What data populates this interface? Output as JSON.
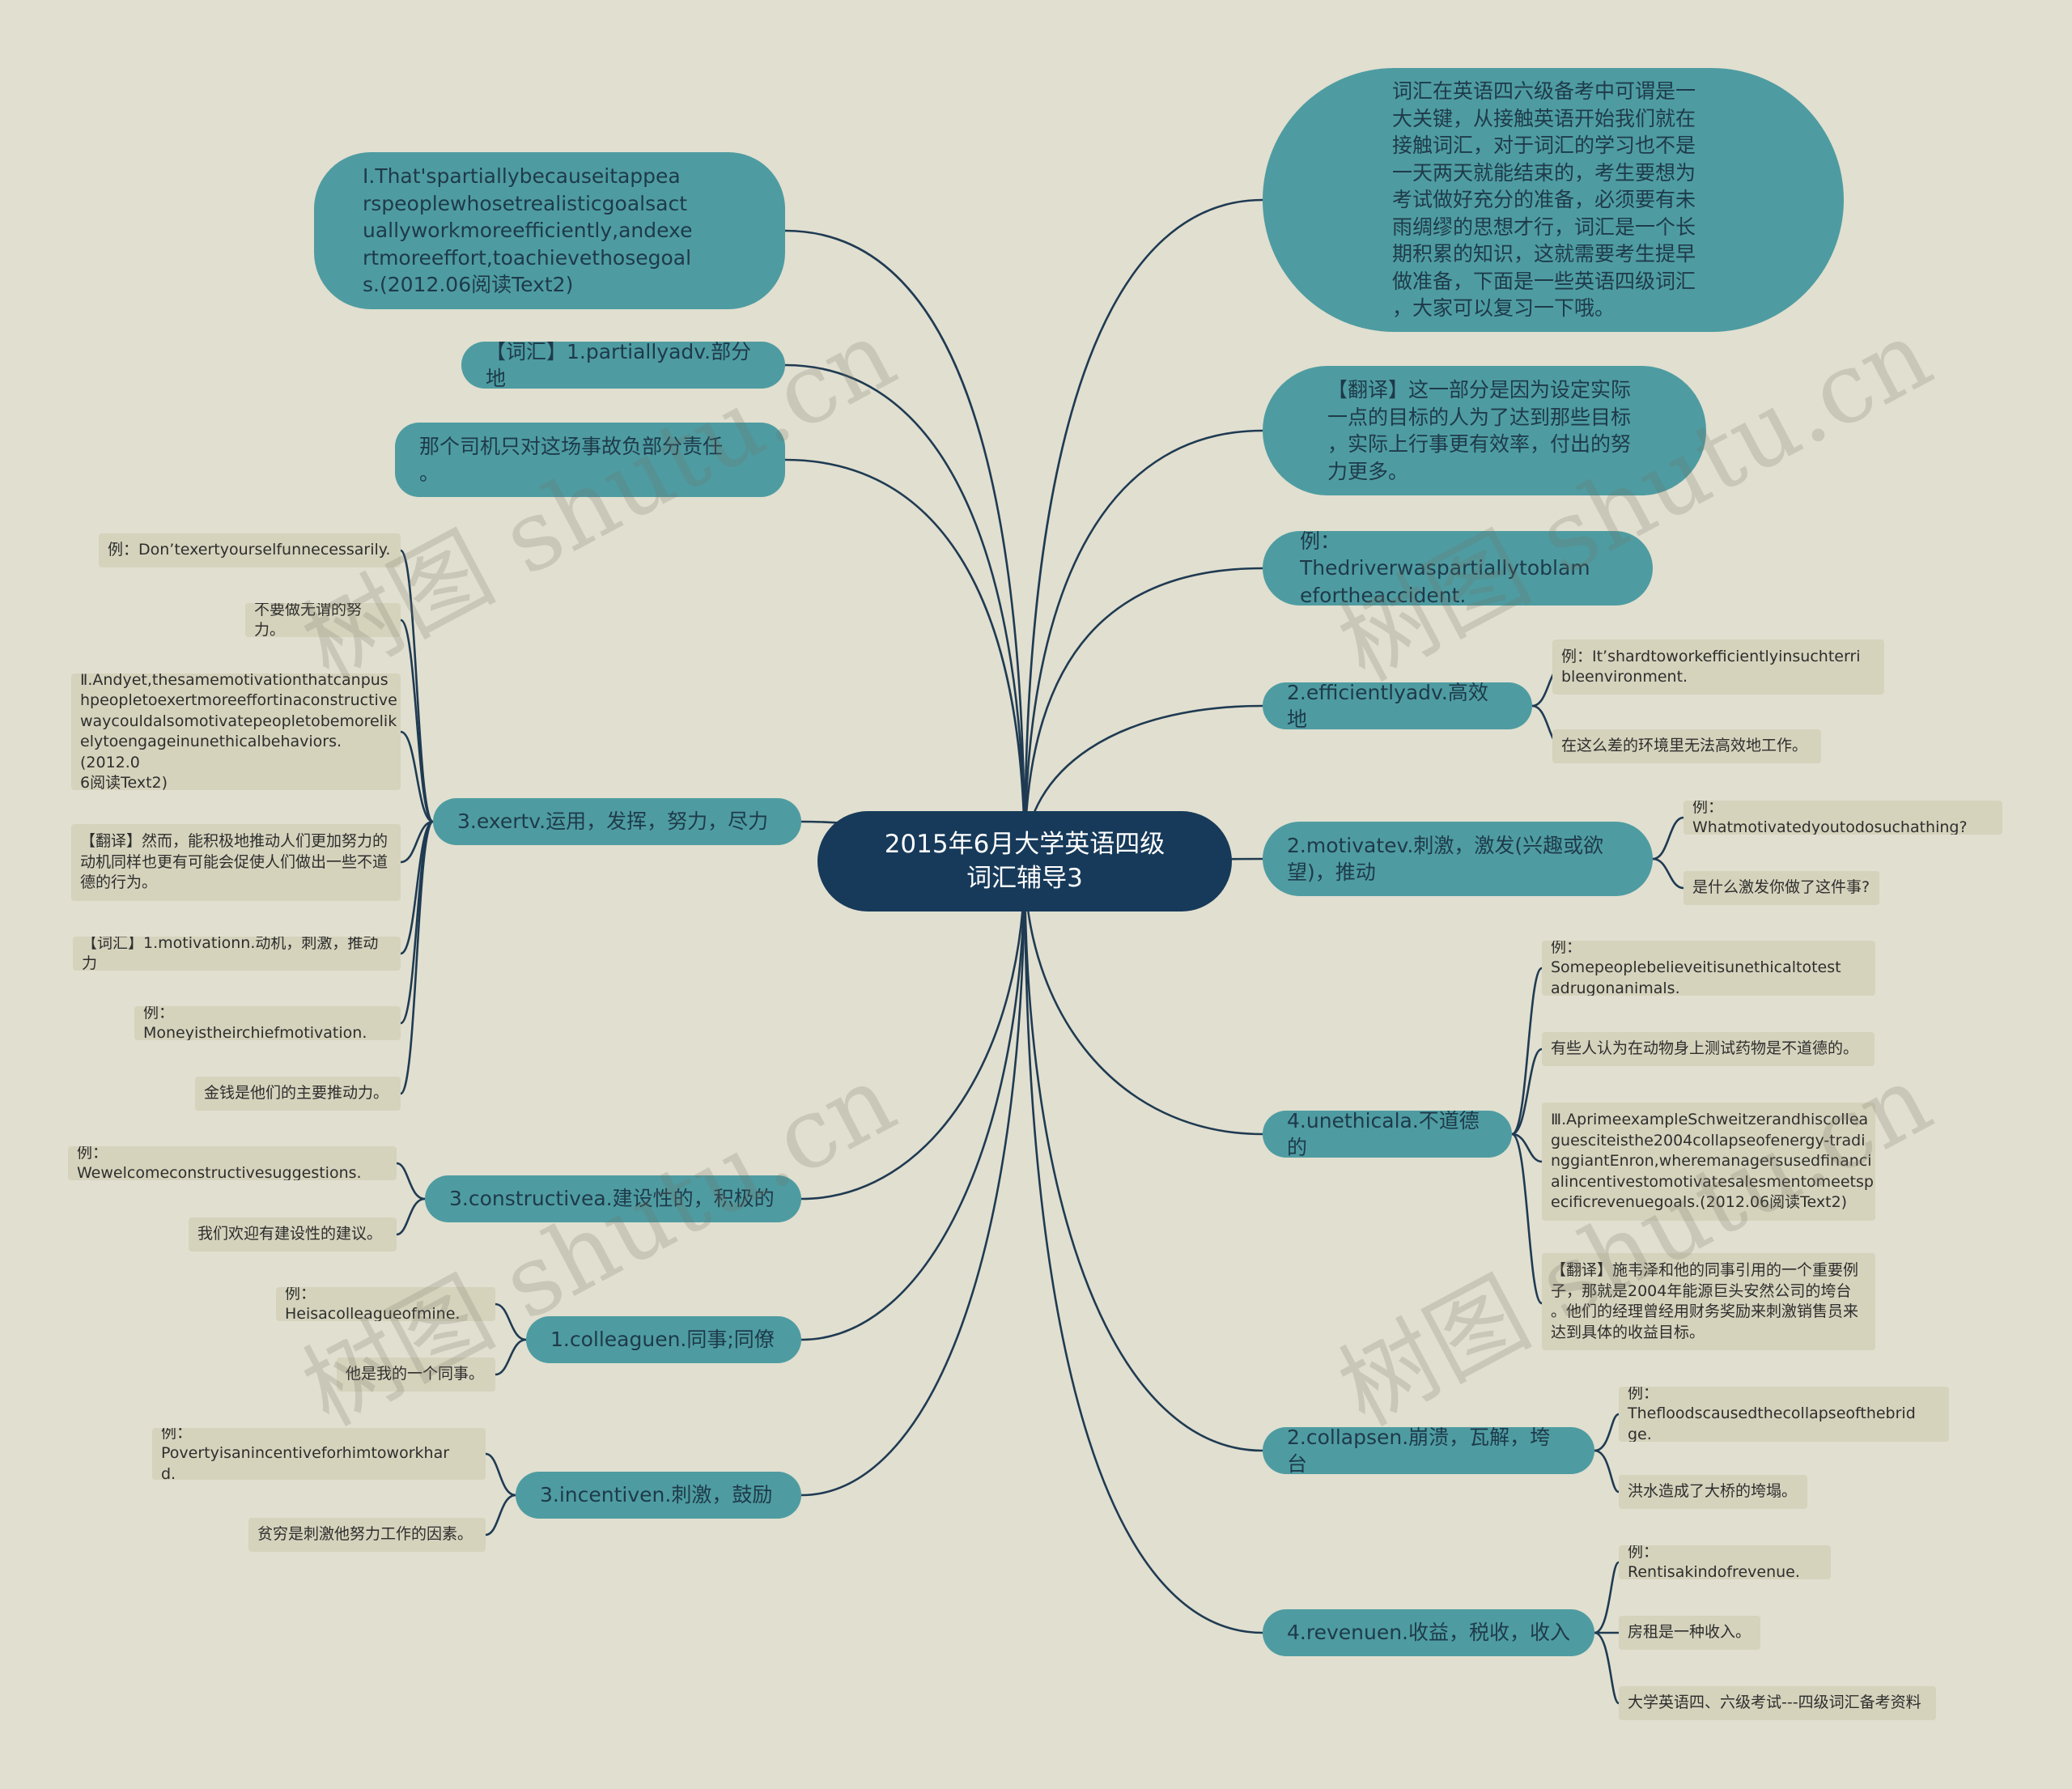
{
  "root": {
    "label": "2015年6月大学英语四级\n词汇辅导3"
  },
  "watermark": {
    "text": "树图 shutu.cn"
  },
  "colors": {
    "root": "#173a5a",
    "branch": "#4e9ca1",
    "leaf": "#d5d3bc",
    "background": "#e1dfd0",
    "line": "#1f3b52"
  },
  "left": {
    "sentence1": "Ⅰ.That'spartiallybecauseitappea\nrspeoplewhosetrealisticgoalsact\nuallyworkmoreefficiently,andexe\nrtmoreeffort,toachievethosegoal\ns.(2012.06阅读Text2)",
    "partially": "【词汇】1.partiallyadv.部分地",
    "driver": "那个司机只对这场事故负部分责任\n。",
    "exert": {
      "label": "3.exertv.运用，发挥，努力，尽力",
      "leaves": [
        "例：Don’texertyourselfunnecessarily.",
        "不要做无谓的努力。",
        "Ⅱ.Andyet,thesamemotivationthatcanpus\nhpeopletoexertmoreeffortinaconstructive\nwaycouldalsomotivatepeopletobemorelik\nelytoengageinunethicalbehaviors.(2012.0\n6阅读Text2)",
        "【翻译】然而，能积极地推动人们更加努力的\n动机同样也更有可能会促使人们做出一些不道\n德的行为。",
        "【词汇】1.motivationn.动机，刺激，推动力",
        "例：Moneyistheirchiefmotivation.",
        "金钱是他们的主要推动力。"
      ]
    },
    "constructive": {
      "label": "3.constructivea.建设性的，积极的",
      "leaves": [
        "例：Wewelcomeconstructivesuggestions.",
        "我们欢迎有建设性的建议。"
      ]
    },
    "colleague": {
      "label": "1.colleaguen.同事;同僚",
      "leaves": [
        "例：Heisacolleagueofmine.",
        "他是我的一个同事。"
      ]
    },
    "incentive": {
      "label": "3.incentiven.刺激，鼓励",
      "leaves": [
        "例：Povertyisanincentiveforhimtoworkhar\nd.",
        "贫穷是刺激他努力工作的因素。"
      ]
    }
  },
  "right": {
    "intro": "词汇在英语四六级备考中可谓是一\n大关键，从接触英语开始我们就在\n接触词汇，对于词汇的学习也不是\n一天两天就能结束的，考生要想为\n考试做好充分的准备，必须要有未\n雨绸缪的思想才行，词汇是一个长\n期积累的知识，这就需要考生提早\n做准备，下面是一些英语四级词汇\n，大家可以复习一下哦。",
    "translation1": "【翻译】这一部分是因为设定实际\n一点的目标的人为了达到那些目标\n，实际上行事更有效率，付出的努\n力更多。",
    "example_driver": "例：Thedriverwaspartiallytoblam\nefortheaccident.",
    "efficiently": {
      "label": "2.efficientlyadv.高效地",
      "leaves": [
        "例：It’shardtoworkefficientlyinsuchterri\nbleenvironment.",
        "在这么差的环境里无法高效地工作。"
      ]
    },
    "motivate": {
      "label": "2.motivatev.刺激，激发(兴趣或欲\n望)，推动",
      "leaves": [
        "例：Whatmotivatedyoutodosuchathing?",
        "是什么激发你做了这件事?"
      ]
    },
    "unethical": {
      "label": "4.unethicala.不道德的",
      "leaves": [
        "例：Somepeoplebelieveitisunethicaltotest\nadrugonanimals.",
        "有些人认为在动物身上测试药物是不道德的。",
        "Ⅲ.AprimeexampleSchweitzerandhiscollea\nguesciteisthe2004collapseofenergy-tradi\nnggiantEnron,wheremanagersusedfinanci\nalincentivestomotivatesalesmentomeetsp\necificrevenuegoals.(2012.06阅读Text2)",
        "【翻译】施韦泽和他的同事引用的一个重要例\n子，那就是2004年能源巨头安然公司的垮台\n。他们的经理曾经用财务奖励来刺激销售员来\n达到具体的收益目标。"
      ]
    },
    "collapse": {
      "label": "2.collapsen.崩溃，瓦解，垮台",
      "leaves": [
        "例：Thefloodscausedthecollapseofthebrid\nge.",
        "洪水造成了大桥的垮塌。"
      ]
    },
    "revenue": {
      "label": "4.revenuen.收益，税收，收入",
      "leaves": [
        "例：Rentisakindofrevenue.",
        "房租是一种收入。",
        "大学英语四、六级考试---四级词汇备考资料"
      ]
    }
  }
}
